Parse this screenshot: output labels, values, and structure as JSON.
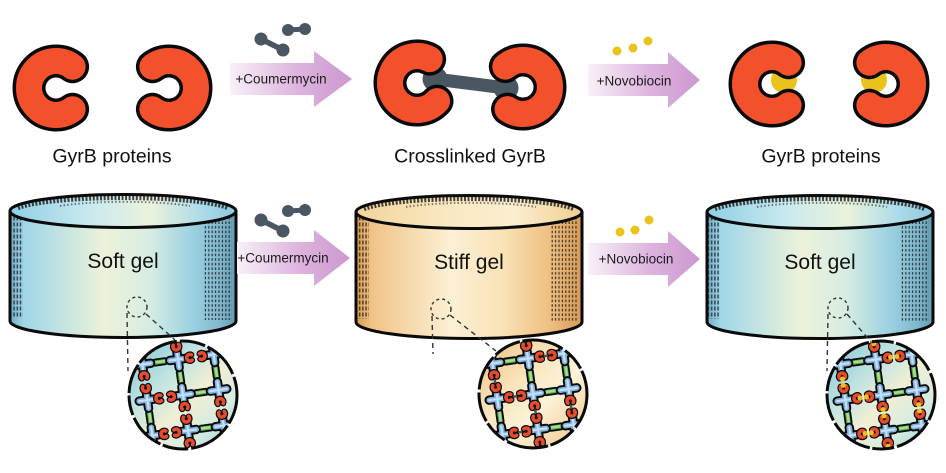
{
  "top_row": {
    "left_label": "GyrB proteins",
    "middle_label": "Crosslinked GyrB",
    "right_label": "GyrB proteins"
  },
  "bottom_row": {
    "left_label": "Soft gel",
    "middle_label": "Stiff gel",
    "right_label": "Soft gel"
  },
  "arrows": {
    "coumermycin_top": "+Coumermycin",
    "novobiocin_top": "+Novobiocin",
    "coumermycin_bottom": "+Coumermycin",
    "novobiocin_bottom": "+Novobiocin"
  },
  "icons": {
    "gyrb_protein": "red-crescent-icon",
    "coumermycin": "gray-dumbbell-icon",
    "novobiocin": "yellow-dot-icon",
    "magnifier": "dashed-circle-callout",
    "network_node": "blue-cross-icon",
    "network_strand": "green-rod-icon"
  },
  "colors": {
    "gyrb_red": "#F2512C",
    "outline_black": "#0A0A0A",
    "coumermycin_gray": "#4A5661",
    "novobiocin_yellow": "#E9C31B",
    "arrow_purple": "#CD97CF",
    "soft_gel_blue": "#9ED2E2",
    "stiff_gel_orange": "#F6D5A0",
    "network_node_blue": "#7FB2E0",
    "network_strand_green": "#4FA844"
  }
}
